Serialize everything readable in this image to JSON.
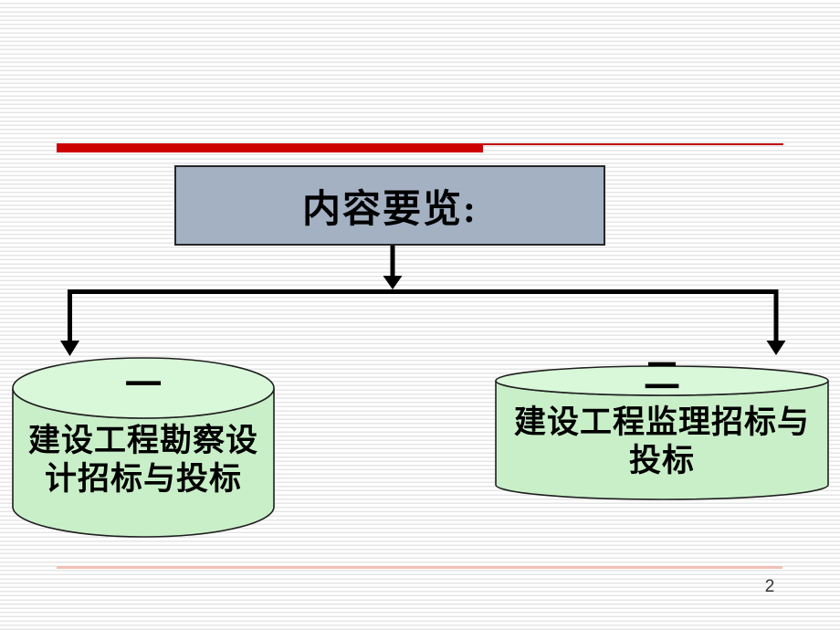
{
  "slide": {
    "title": "内容要览:",
    "page_number": "2",
    "branches": [
      {
        "id": "one",
        "label": "一",
        "lines": [
          "建设工程勘察设",
          "计招标与投标"
        ]
      },
      {
        "id": "two",
        "label": "二",
        "lines": [
          "建设工程监理招标与",
          "投标"
        ]
      }
    ],
    "colors": {
      "accent_red": "#cc0000",
      "accent_thin_red": "#c00000",
      "title_box_fill": "#a3b1c3",
      "title_box_border": "#262626",
      "cylinder_body_fill": "#c9efc9",
      "cylinder_top_fill": "#d9f7d9",
      "cylinder_outline": "#1f1f1f",
      "arrow": "#000000",
      "bottom_rule": "#f2c0b6",
      "stripe": "#e6e6e6"
    }
  }
}
